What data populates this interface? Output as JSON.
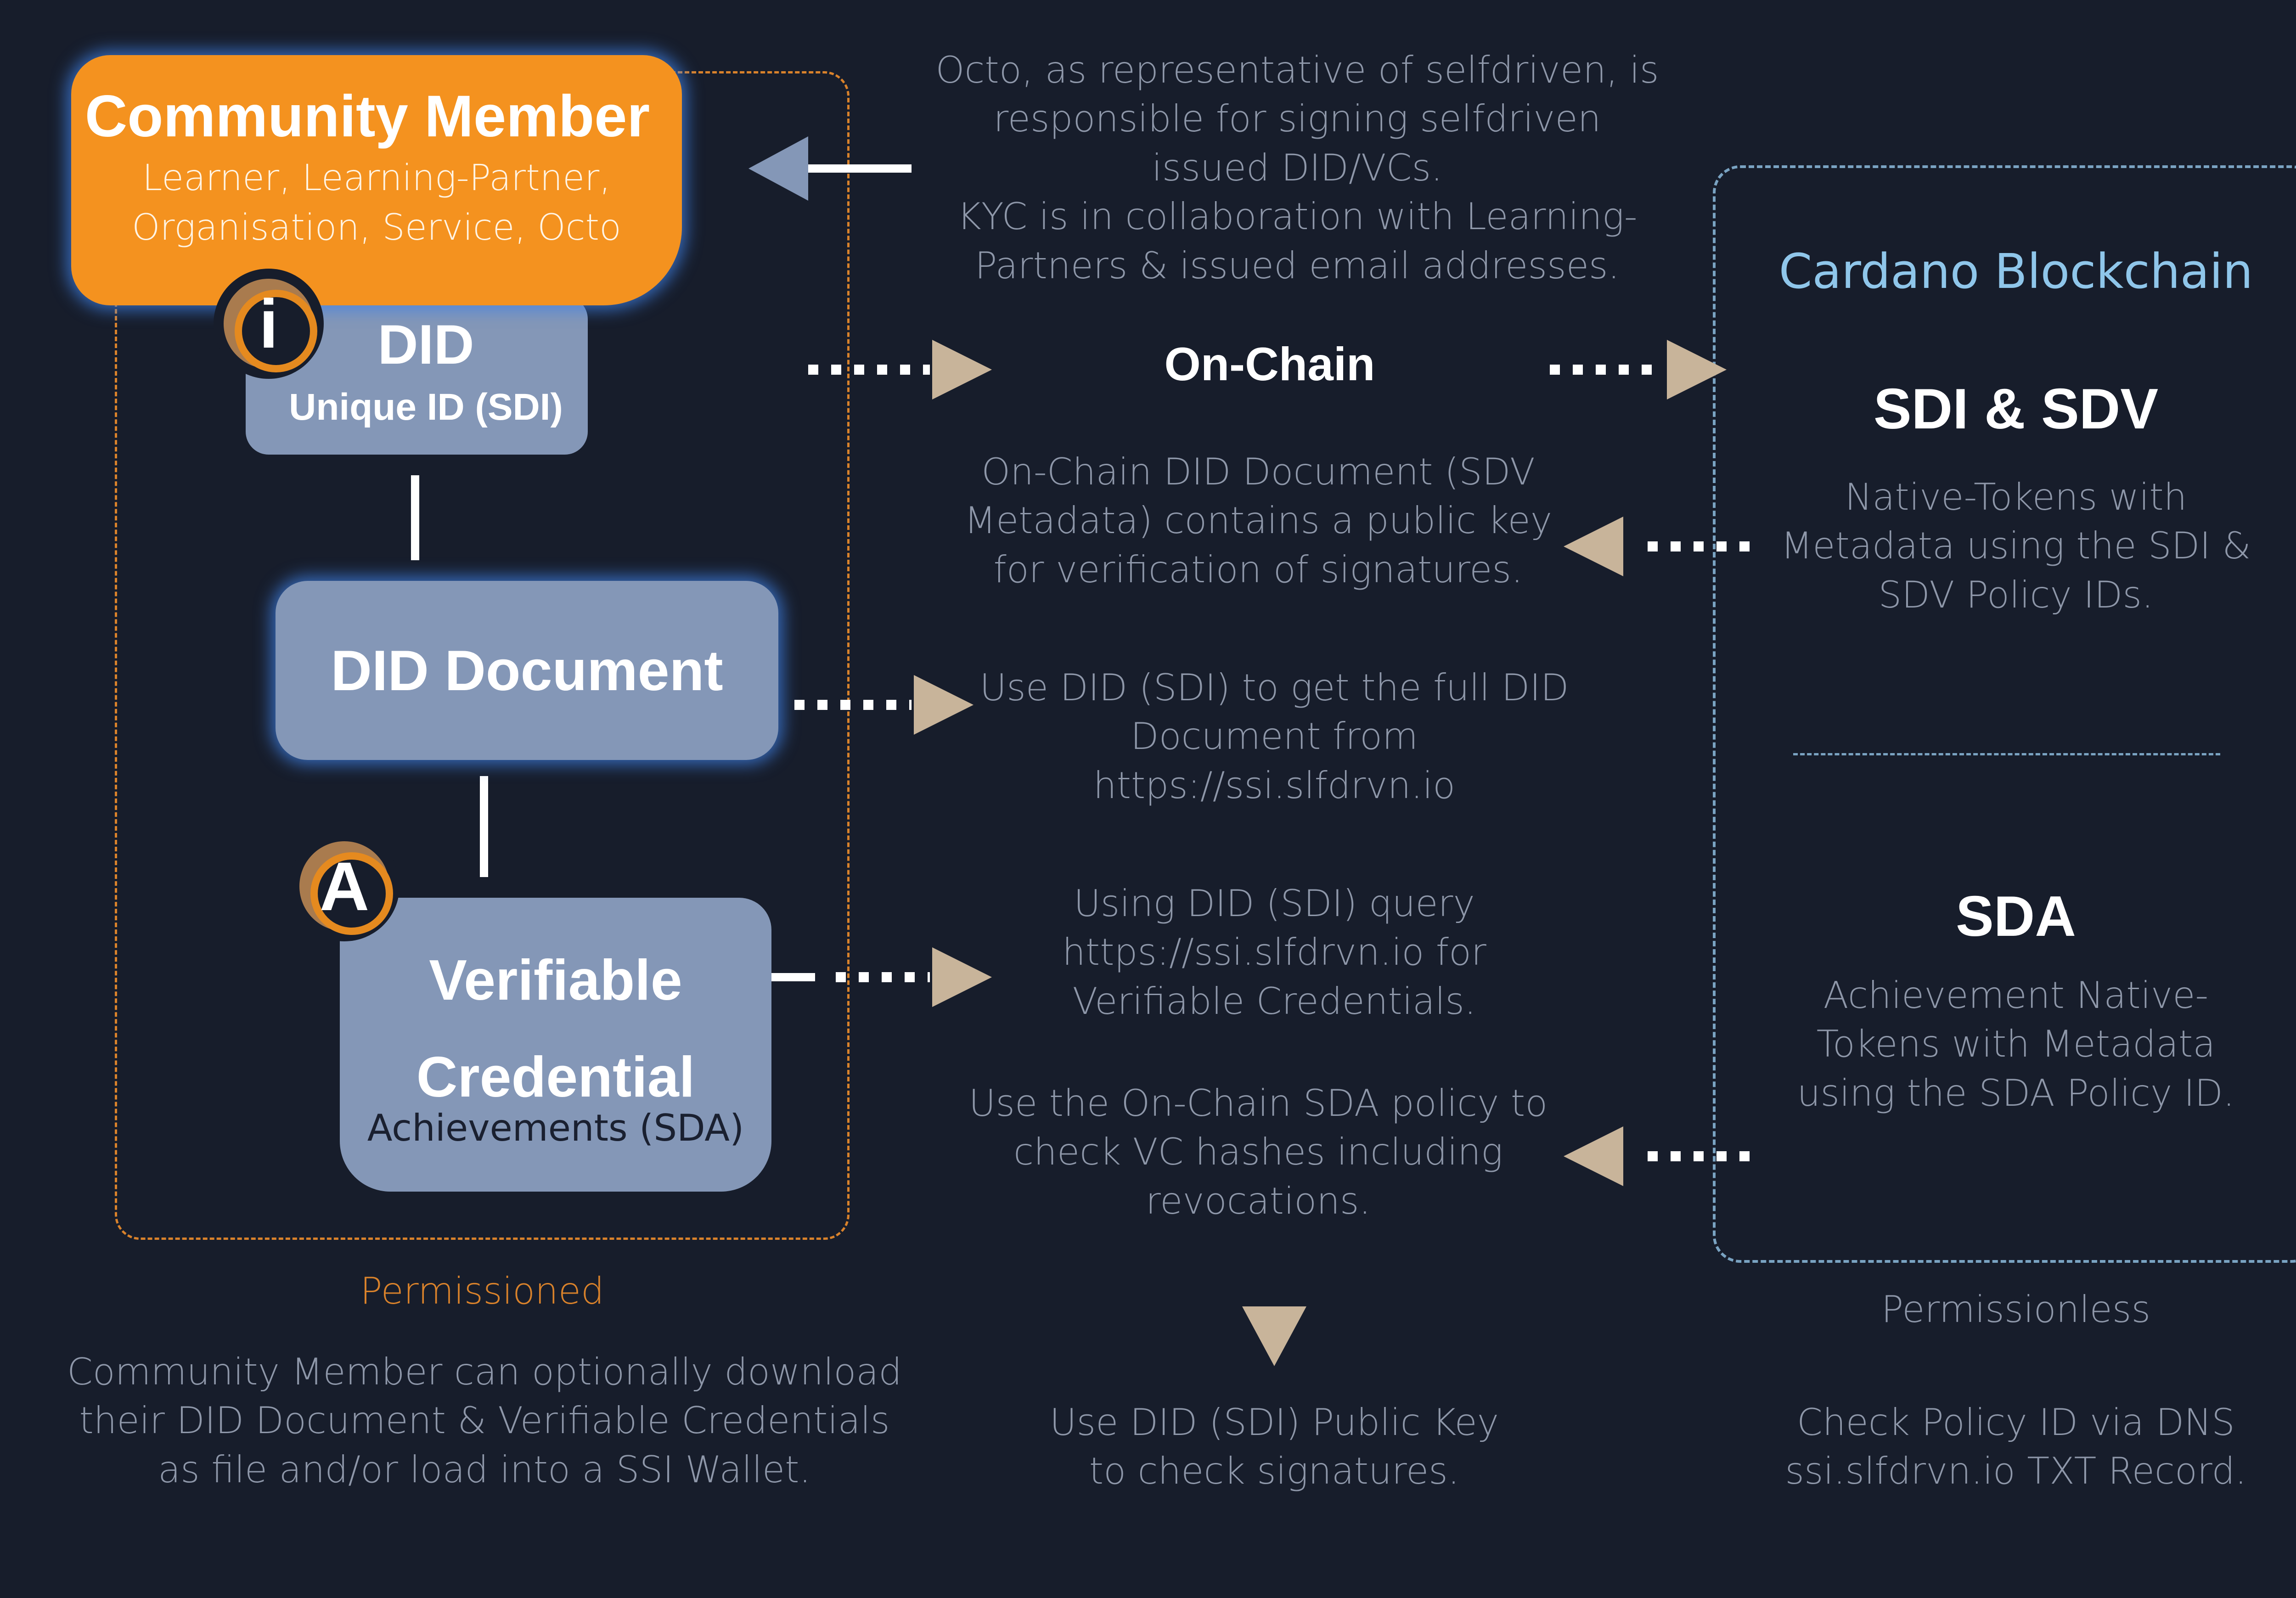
{
  "community_member": {
    "title": "Community Member",
    "subtitle": "Learner, Learning-Partner,\nOrganisation, Service, Octo"
  },
  "did": {
    "title": "DID",
    "subtitle": "Unique ID (SDI)",
    "badge_glyph": "i",
    "badge_icon": "info-icon"
  },
  "did_document": {
    "title": "DID Document"
  },
  "verifiable_credential": {
    "title": "Verifiable\nCredential",
    "subtitle": "Achievements (SDA)",
    "badge_glyph": "A",
    "badge_icon": "achievement-icon"
  },
  "permissioned": {
    "label": "Permissioned",
    "note": "Community Member can optionally download\ntheir DID Document & Verifiable Credentials\nas file and/or load into a SSI Wallet."
  },
  "middle": {
    "octo_note": "Octo, as representative of selfdriven, is\nresponsible for signing selfdriven\nissued DID/VCs.\nKYC is in collaboration with Learning-\nPartners & issued email addresses.",
    "on_chain": "On-Chain",
    "on_chain_note": "On-Chain DID Document (SDV\nMetadata) contains a public key\nfor verification of signatures.",
    "did_doc_note": "Use DID (SDI) to get the full DID\nDocument from\nhttps://ssi.slfdrvn.io",
    "vc_query_note": "Using DID (SDI) query\nhttps://ssi.slfdrvn.io for\nVerifiable Credentials.",
    "sda_policy_note": "Use the On-Chain SDA policy to\ncheck VC hashes including\nrevocations.",
    "public_key_note": "Use DID (SDI) Public Key\nto check signatures."
  },
  "cardano": {
    "title": "Cardano Blockchain",
    "sdi_sdv_title": "SDI & SDV",
    "sdi_sdv_note": "Native-Tokens with\nMetadata using the SDI &\nSDV Policy IDs.",
    "sda_title": "SDA",
    "sda_note": "Achievement Native-\nTokens with Metadata\nusing the SDA Policy ID.",
    "permissionless_label": "Permissionless",
    "policy_note": "Check Policy ID via DNS\nssi.slfdrvn.io TXT Record."
  },
  "colors": {
    "background": "#171d2b",
    "community_orange": "#f4921f",
    "box_bluegrey": "#8497b7",
    "glow_blue": "#4082e6",
    "arrow_tan": "#c8b49a",
    "arrow_blue": "#8497b7",
    "permissioned_orange": "#d9822b",
    "cardano_blue": "#8fc6ea",
    "muted_text": "#8e97a9"
  }
}
